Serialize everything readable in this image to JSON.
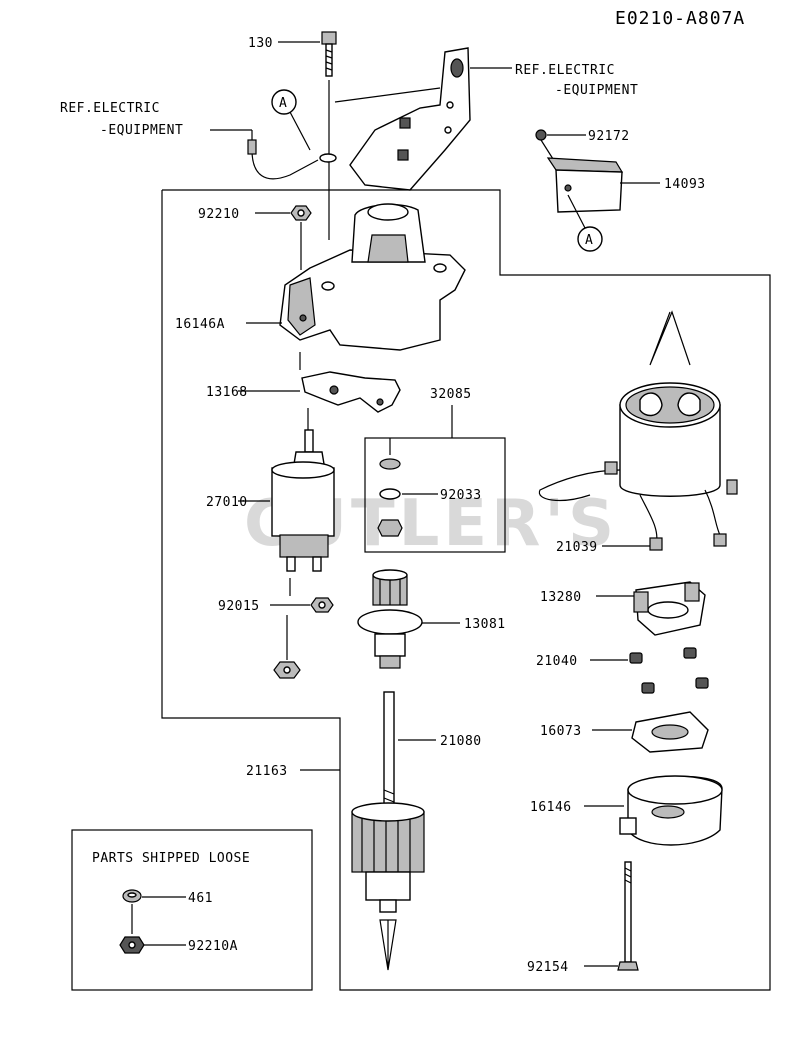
{
  "diagram_code": "E0210-A807A",
  "watermark": "CUTLER'S",
  "ref_electric_1": {
    "line1": "REF.ELECTRIC",
    "line2": "-EQUIPMENT"
  },
  "ref_electric_2": {
    "line1": "REF.ELECTRIC",
    "line2": "-EQUIPMENT"
  },
  "callout_a": "A",
  "parts": {
    "p130": "130",
    "p92210": "92210",
    "p16146A": "16146A",
    "p13168": "13168",
    "p27010": "27010",
    "p92015": "92015",
    "p32085": "32085",
    "p92033": "92033",
    "p13081": "13081",
    "p21080": "21080",
    "p21163": "21163",
    "p92172": "92172",
    "p14093": "14093",
    "p21039": "21039",
    "p13280": "13280",
    "p21040": "21040",
    "p16073": "16073",
    "p16146": "16146",
    "p92154": "92154",
    "p461": "461",
    "p92210A": "92210A"
  },
  "loose_box_title": "PARTS SHIPPED LOOSE"
}
